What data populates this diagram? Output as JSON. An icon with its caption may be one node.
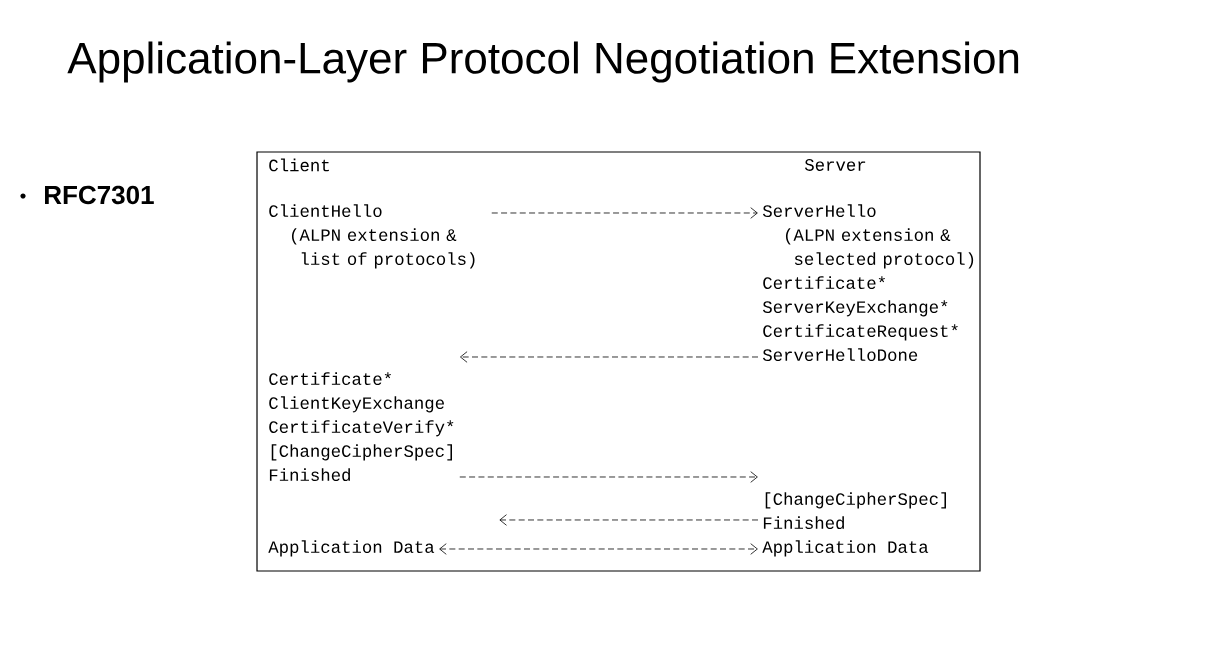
{
  "diagram": {
    "title": "Application-Layer Protocol Negotiation Extension",
    "nodes": [
      {
        "text": [
          "ClientHello",
          "(ALPN extension & list of protocols)"
        ]
      },
      {
        "text": [
          "ServerHello",
          "(ALPN extension & selected protocol)",
          "Certificate*",
          "ServerKeyExchange*",
          "CertificateRequest*",
          "ServerHelloDone"
        ]
      },
      {
        "text": [
          "Certificate*",
          "ClientKeyExchange",
          "CertificateVerify*",
          "[ChangeCipherSpec]",
          "Finished"
        ]
      },
      {
        "text": [
          "[ChangeCipherSpec]",
          "Finished"
        ]
      },
      {
        "text": [
          "Application Data"
        ]
      },
      {
        "text": [
          "Application Data"
        ]
      }
    ],
    "edges": [
      {
        "from": 0,
        "to": 1,
        "arrow": "to"
      },
      {
        "from": 1,
        "to": 2,
        "arrow": "to"
      },
      {
        "from": 2,
        "to": 3,
        "arrow": "to"
      },
      {
        "from": 3,
        "to": null,
        "arrow": "to"
      },
      {
        "from": 4,
        "to": 5,
        "arrow": "both"
      }
    ],
    "labels": [
      "RFC7301",
      "Client",
      "Server"
    ]
  }
}
